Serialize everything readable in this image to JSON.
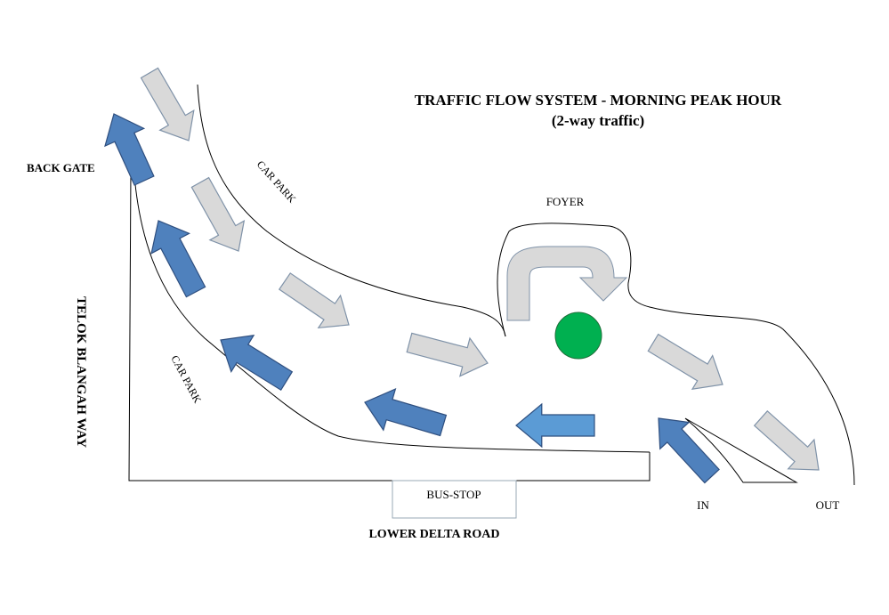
{
  "title": "TRAFFIC FLOW SYSTEM - MORNING PEAK HOUR",
  "subtitle": "(2-way traffic)",
  "labels": {
    "back_gate": "BACK GATE",
    "car_park_upper": "CAR PARK",
    "car_park_lower": "CAR PARK",
    "foyer": "FOYER",
    "telok_blangah_way": "TELOK BLANGAH WAY",
    "bus_stop": "BUS-STOP",
    "lower_delta_road": "LOWER DELTA ROAD",
    "in": "IN",
    "out": "OUT"
  },
  "colors": {
    "inbound_arrow": "#d9d9d9",
    "outbound_arrow": "#4f81bd",
    "arrow_stroke_inbound": "#7f92a8",
    "arrow_stroke_outbound": "#2f4f7f",
    "roundabout_center": "#00b050",
    "road_outline": "#000000"
  }
}
